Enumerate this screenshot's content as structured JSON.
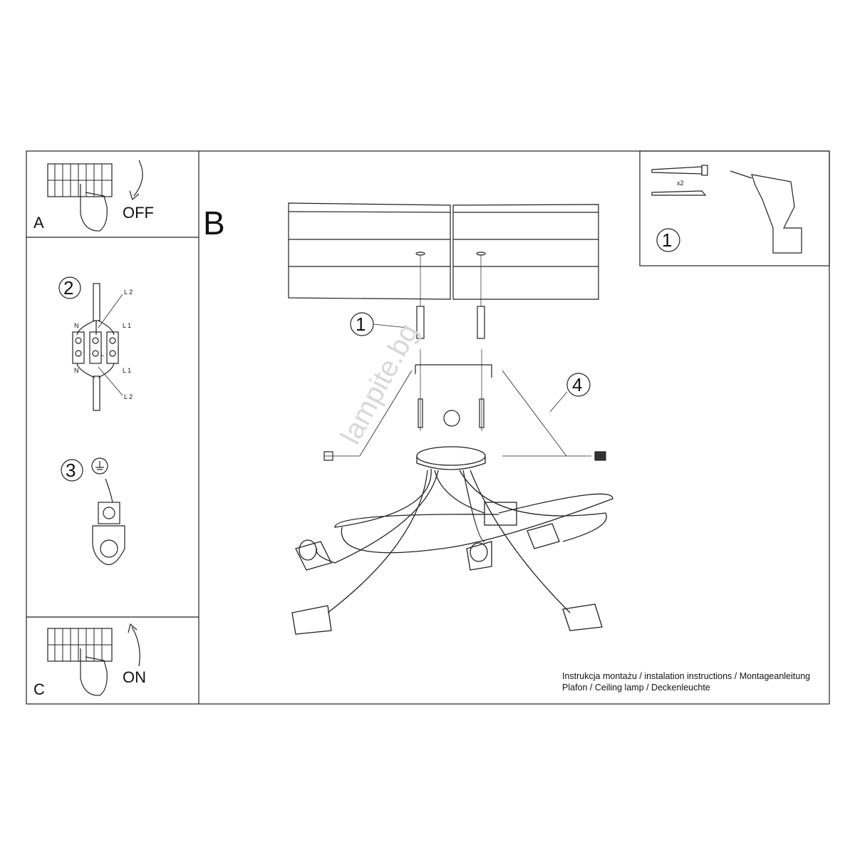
{
  "panels": {
    "a": {
      "letter": "A",
      "action": "OFF"
    },
    "b": {
      "letter": "B"
    },
    "c": {
      "letter": "C",
      "action": "ON"
    }
  },
  "steps": {
    "step1_tools": {
      "number": "1",
      "quantity": "x2"
    },
    "step2_wiring": {
      "number": "2",
      "labels": {
        "l2_top": "L 2",
        "n_top": "N",
        "l1_top": "L 1",
        "l_center": "L",
        "n_bottom": "N",
        "l1_bottom": "L 1",
        "l2_bottom": "L 2"
      }
    },
    "step3_ground": {
      "number": "3"
    },
    "callout1": "1",
    "callout4": "4"
  },
  "caption": {
    "line1": "Instrukcja montażu / instalation instructions / Montageanleitung",
    "line2": "Plafon / Ceiling lamp / Deckenleuchte"
  },
  "watermark": "lampite.bg"
}
